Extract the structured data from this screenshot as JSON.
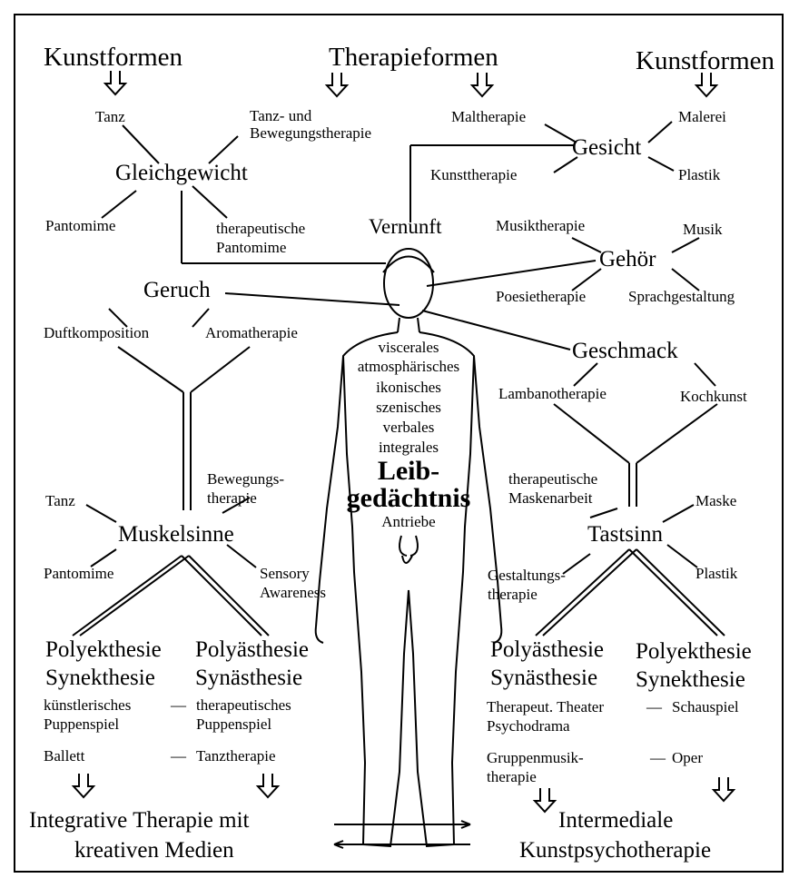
{
  "headers": {
    "kunstformen_left": "Kunstformen",
    "therapieformen": "Therapieformen",
    "kunstformen_right": "Kunstformen"
  },
  "top_left": {
    "tanz": "Tanz",
    "tanz_bewegung": "Tanz- und",
    "tanz_bewegung2": "Bewegungstherapie",
    "hub": "Gleichgewicht",
    "pantomime": "Pantomime",
    "ther_pantomime": "therapeutische",
    "ther_pantomime2": "Pantomime"
  },
  "top_right": {
    "maltherapie": "Maltherapie",
    "malerei": "Malerei",
    "hub": "Gesicht",
    "kunsttherapie": "Kunsttherapie",
    "plastik": "Plastik"
  },
  "vernunft": "Vernunft",
  "hearing": {
    "musiktherapie": "Musiktherapie",
    "musik": "Musik",
    "hub": "Gehör",
    "poesietherapie": "Poesietherapie",
    "sprachgestaltung": "Sprachgestaltung"
  },
  "smell": {
    "hub": "Geruch",
    "duftkomposition": "Duftkomposition",
    "aromatherapie": "Aromatherapie"
  },
  "taste": {
    "hub": "Geschmack",
    "lambanotherapie": "Lambanotherapie",
    "kochkunst": "Kochkunst"
  },
  "body": {
    "l1": "viscerales",
    "l2": "atmosphärisches",
    "l3": "ikonisches",
    "l4": "szenisches",
    "l5": "verbales",
    "l6": "integrales",
    "big1": "Leib-",
    "big2": "gedächtnis",
    "antriebe": "Antriebe"
  },
  "muscle": {
    "hub": "Muskelsinne",
    "tanz": "Tanz",
    "bewegung1": "Bewegungs-",
    "bewegung2": "therapie",
    "pantomime": "Pantomime",
    "sensory1": "Sensory",
    "sensory2": "Awareness"
  },
  "touch": {
    "hub": "Tastsinn",
    "masken1": "therapeutische",
    "masken2": "Maskenarbeit",
    "maske": "Maske",
    "gestaltung1": "Gestaltungs-",
    "gestaltung2": "therapie",
    "plastik": "Plastik"
  },
  "bottom_left": {
    "poly1": "Polyekthesie",
    "syn1": "Synekthesie",
    "poly2": "Polyästhesie",
    "syn2": "Synästhesie",
    "kp1": "künstlerisches",
    "kp2": "Puppenspiel",
    "dash": "—",
    "tp1": "therapeutisches",
    "tp2": "Puppenspiel",
    "ballett": "Ballett",
    "tanztherapie": "Tanztherapie",
    "final1": "Integrative Therapie mit",
    "final2": "kreativen Medien"
  },
  "bottom_right": {
    "poly1": "Polyästhesie",
    "syn1": "Synästhesie",
    "poly2": "Polyekthesie",
    "syn2": "Synekthesie",
    "theater": "Therapeut. Theater",
    "dash": "—",
    "schauspiel": "Schauspiel",
    "psychodrama": "Psychodrama",
    "gruppe1": "Gruppenmusik-",
    "gruppe2": "therapie",
    "oper": "Oper",
    "final1": "Intermediale",
    "final2": "Kunstpsychotherapie"
  }
}
